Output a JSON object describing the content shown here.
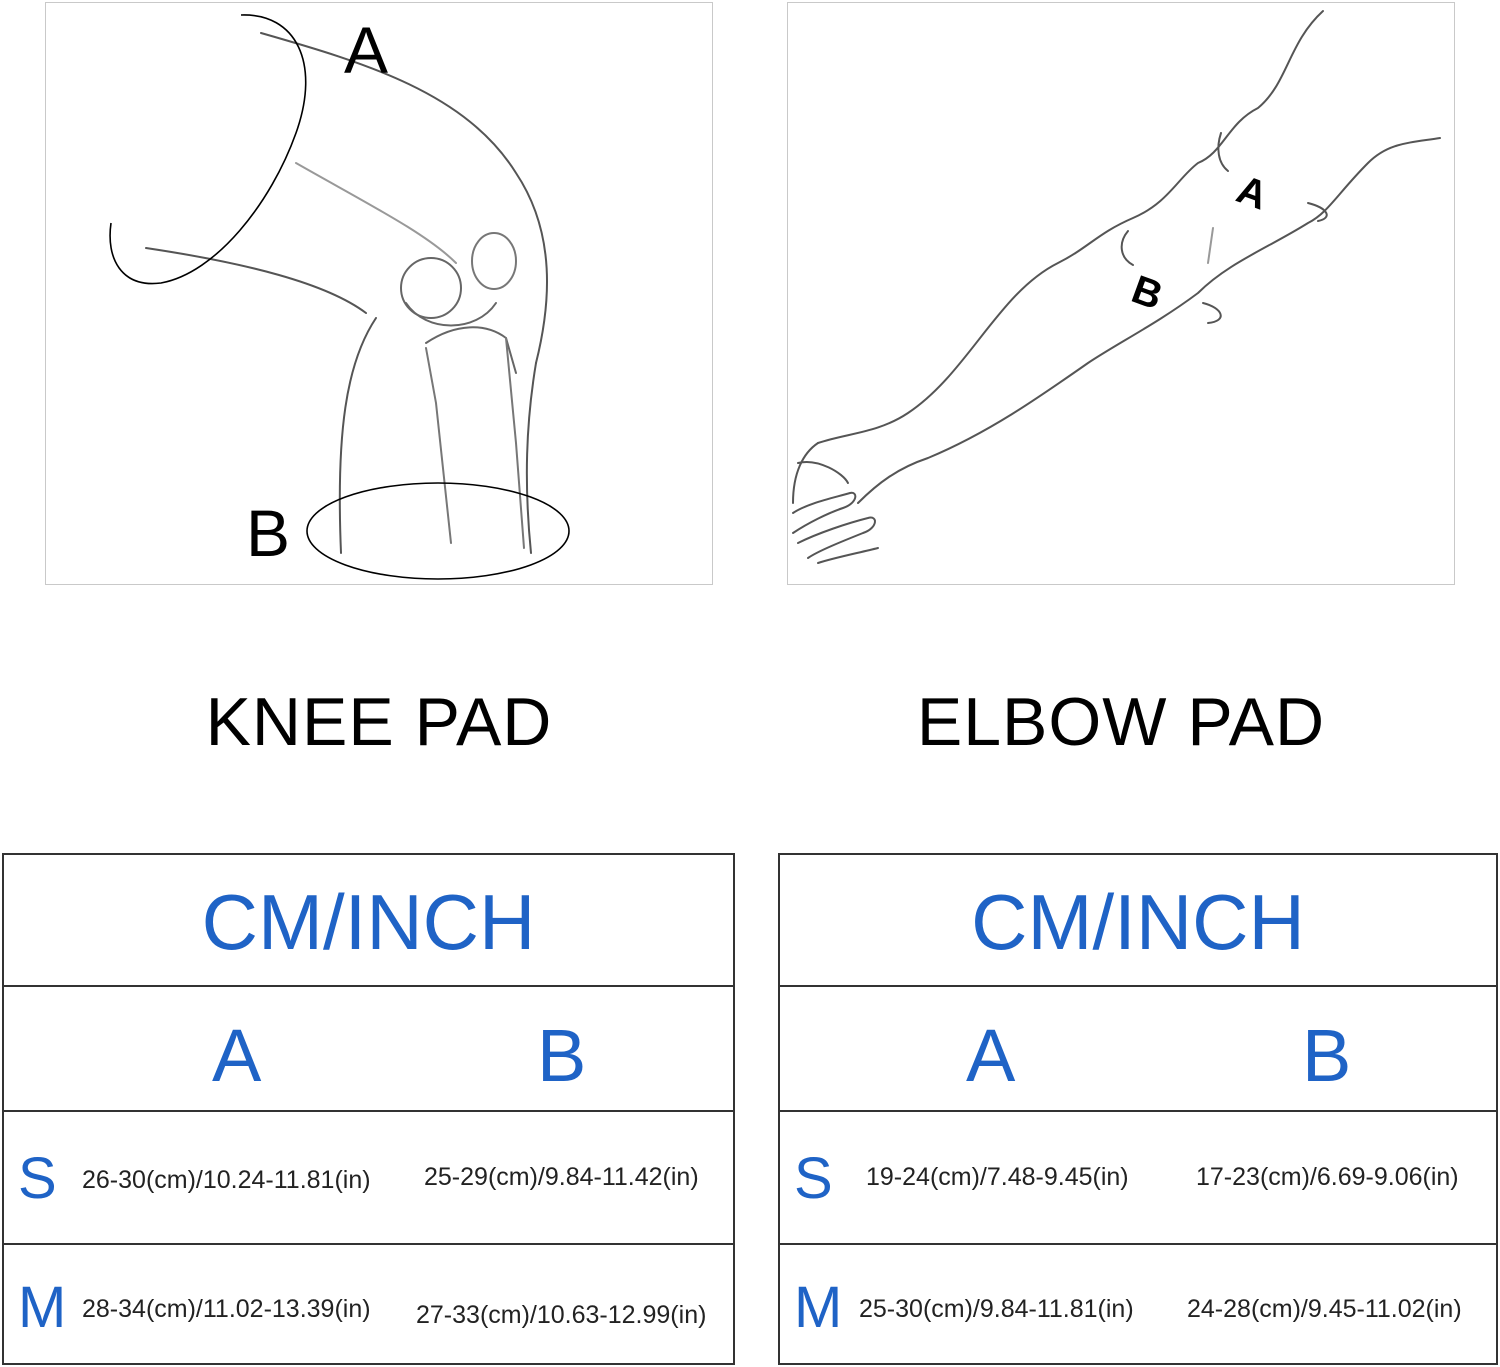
{
  "knee": {
    "diagram": {
      "label_a": "A",
      "label_b": "B"
    },
    "title": "KNEE PAD",
    "table": {
      "unit_header": "CM/INCH",
      "col_a": "A",
      "col_b": "B",
      "rows": [
        {
          "size": "S",
          "a": "26-30(cm)/10.24-11.81(in)",
          "b": "25-29(cm)/9.84-11.42(in)"
        },
        {
          "size": "M",
          "a": "28-34(cm)/11.02-13.39(in)",
          "b": "27-33(cm)/10.63-12.99(in)"
        }
      ]
    }
  },
  "elbow": {
    "diagram": {
      "label_a": "A",
      "label_b": "B"
    },
    "title": "ELBOW PAD",
    "table": {
      "unit_header": "CM/INCH",
      "col_a": "A",
      "col_b": "B",
      "rows": [
        {
          "size": "S",
          "a": "19-24(cm)/7.48-9.45(in)",
          "b": "17-23(cm)/6.69-9.06(in)"
        },
        {
          "size": "M",
          "a": "25-30(cm)/9.84-11.81(in)",
          "b": "24-28(cm)/9.45-11.02(in)"
        }
      ]
    }
  },
  "colors": {
    "accent_blue": "#1f63c6",
    "line": "#333333"
  }
}
